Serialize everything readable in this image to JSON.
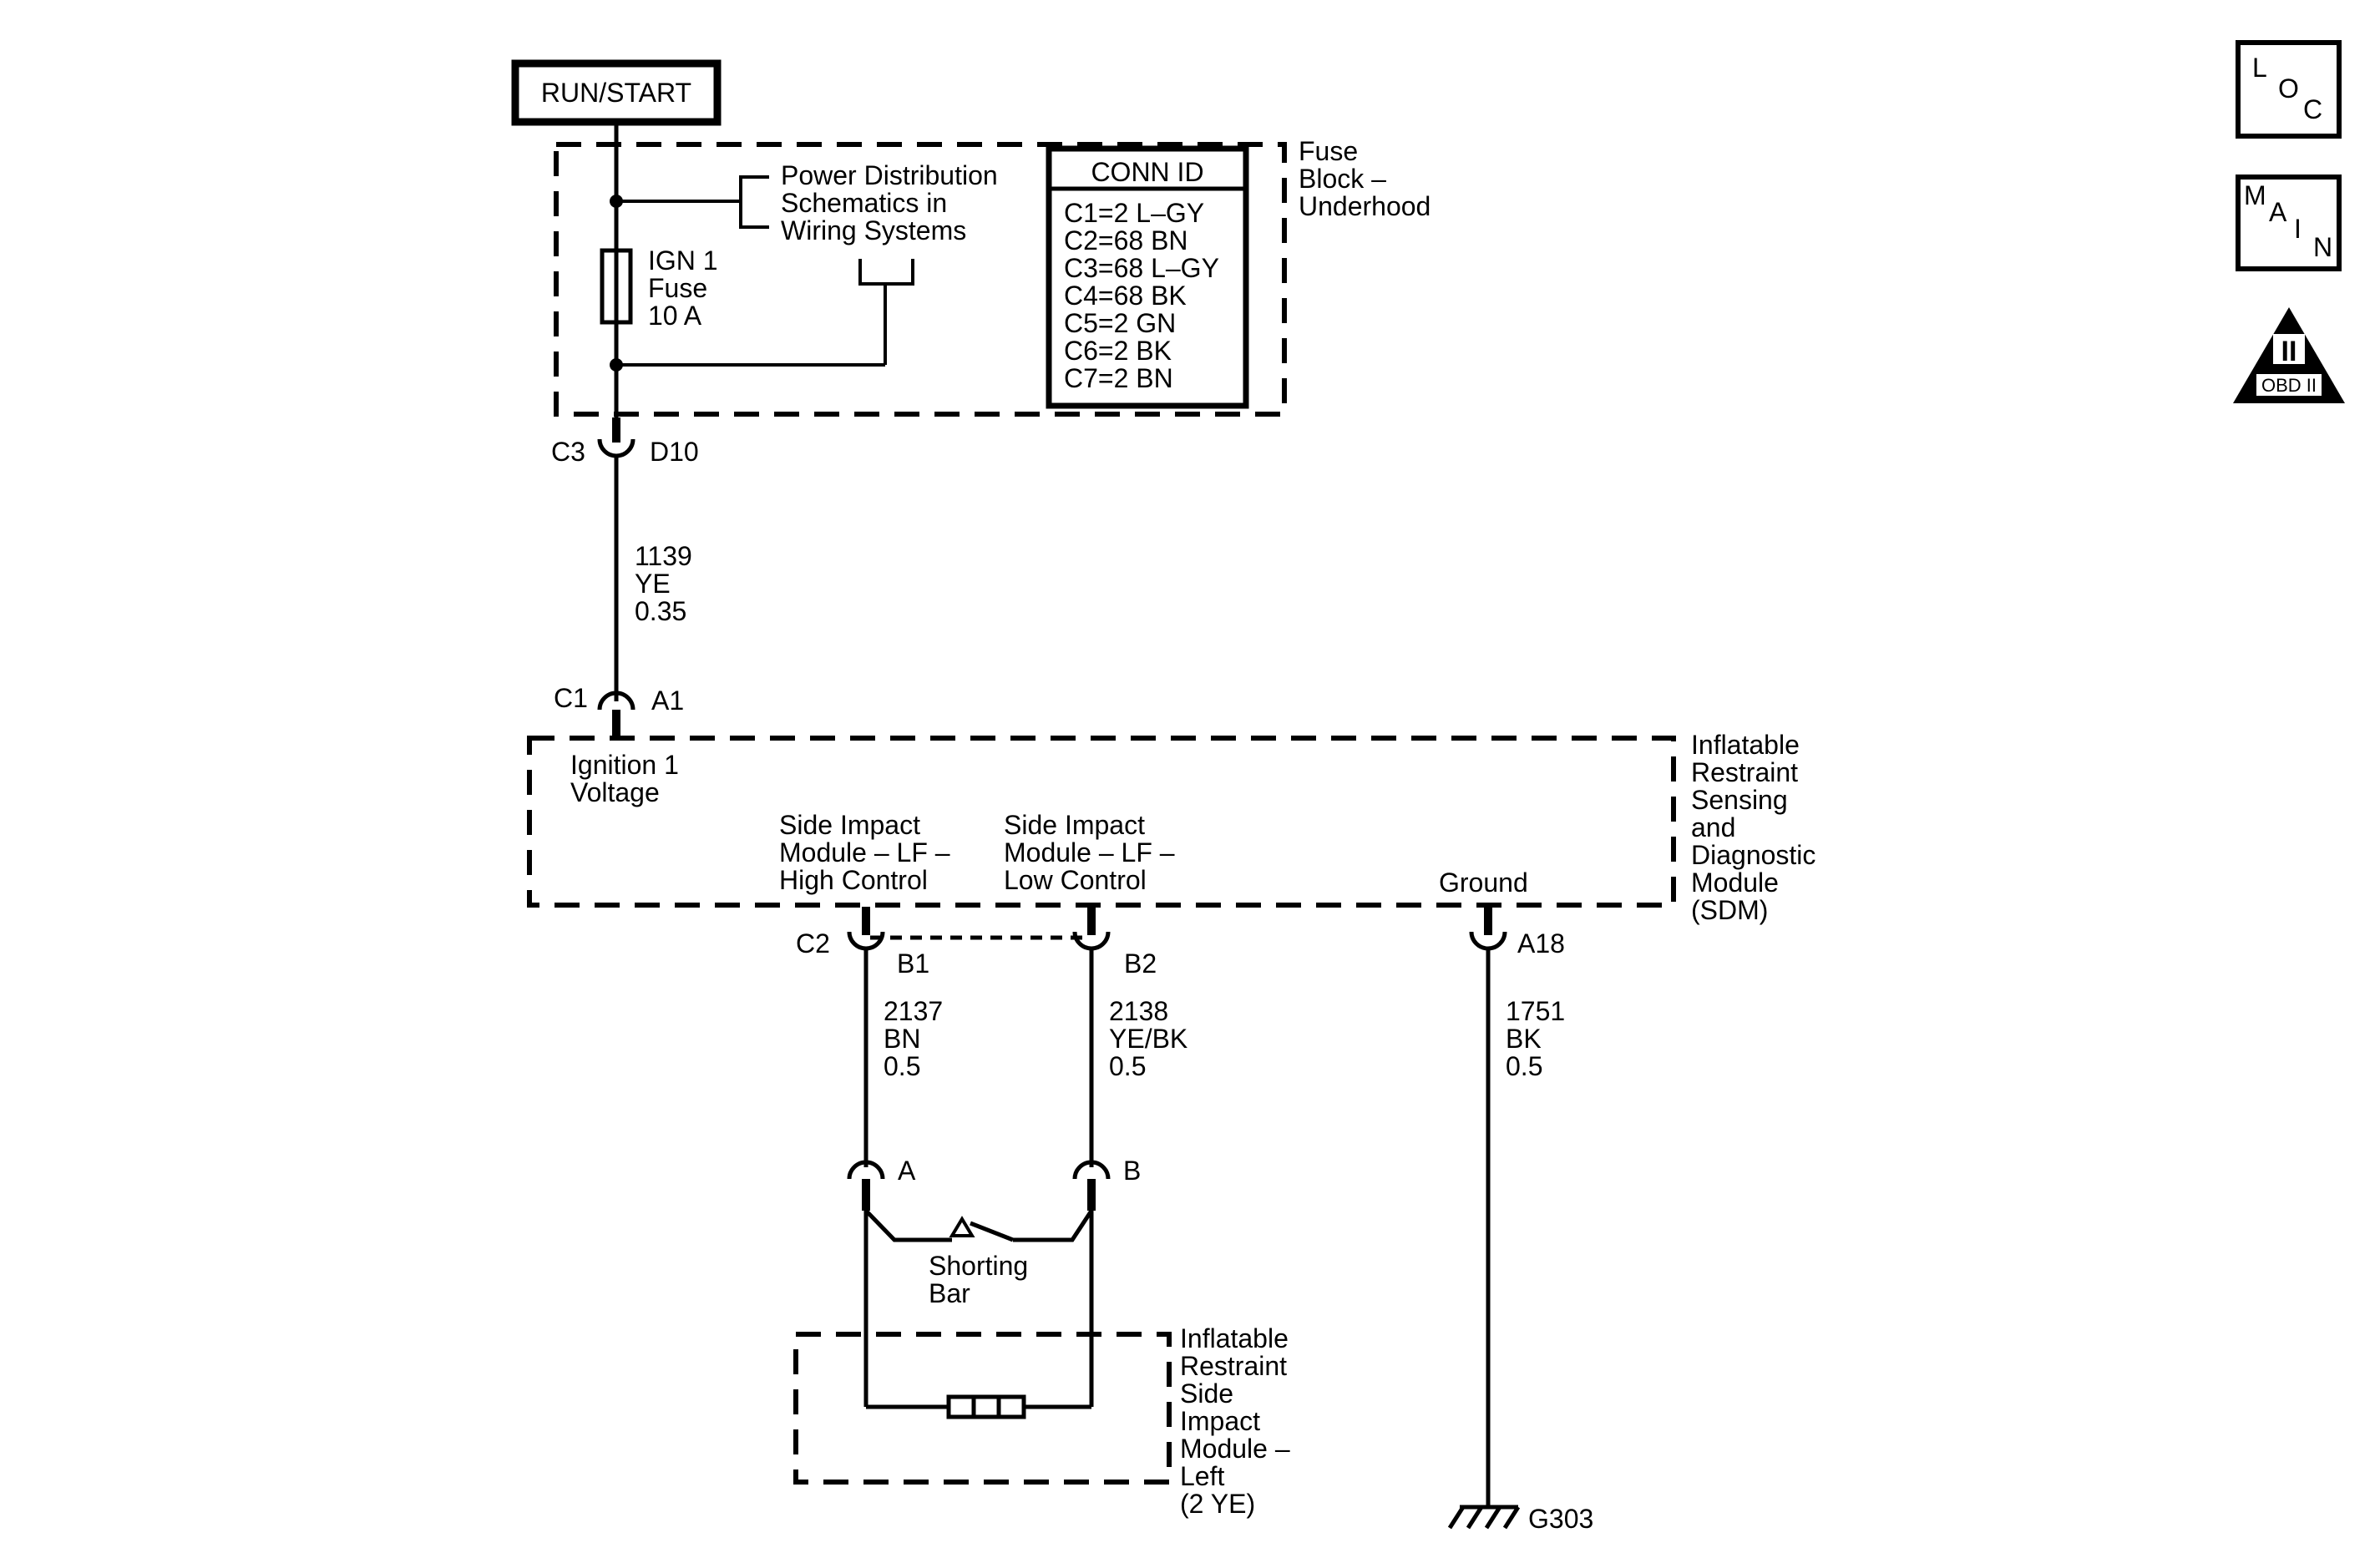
{
  "power_label": "RUN/START",
  "fuse_block": {
    "name": [
      "Fuse",
      "Block –",
      "Underhood"
    ],
    "power_distribution_ref": [
      "Power Distribution",
      "Schematics in",
      "Wiring Systems"
    ],
    "fuse": [
      "IGN 1",
      "Fuse",
      "10 A"
    ],
    "conn_id_title": "CONN ID",
    "conn_ids": [
      "C1=2 L–GY",
      "C2=68 BN",
      "C3=68 L–GY",
      "C4=68 BK",
      "C5=2 GN",
      "C6=2 BK",
      "C7=2 BN"
    ]
  },
  "connectors": {
    "c3": "C3",
    "d10": "D10",
    "c1": "C1",
    "a1": "A1",
    "c2": "C2",
    "b1": "B1",
    "b2": "B2",
    "a18": "A18",
    "a": "A",
    "b": "B"
  },
  "wires": {
    "w1139": [
      "1139",
      "YE",
      "0.35"
    ],
    "w2137": [
      "2137",
      "BN",
      "0.5"
    ],
    "w2138": [
      "2138",
      "YE/BK",
      "0.5"
    ],
    "w1751": [
      "1751",
      "BK",
      "0.5"
    ]
  },
  "sdm": {
    "name": [
      "Inflatable",
      "Restraint",
      "Sensing",
      "and",
      "Diagnostic",
      "Module",
      "(SDM)"
    ],
    "ignition": [
      "Ignition 1",
      "Voltage"
    ],
    "high_control": [
      "Side Impact",
      "Module – LF –",
      "High Control"
    ],
    "low_control": [
      "Side Impact",
      "Module – LF –",
      "Low Control"
    ],
    "ground": "Ground"
  },
  "shorting_bar": [
    "Shorting",
    "Bar"
  ],
  "side_module": {
    "name": [
      "Inflatable",
      "Restraint",
      "Side",
      "Impact",
      "Module –",
      "Left",
      "(2 YE)"
    ]
  },
  "ground_id": "G303",
  "icons": {
    "loc": [
      "L",
      "O",
      "C"
    ],
    "main": [
      "M",
      "A",
      "I",
      "N"
    ],
    "obd_numeral": "II",
    "obd_label": "OBD II"
  }
}
